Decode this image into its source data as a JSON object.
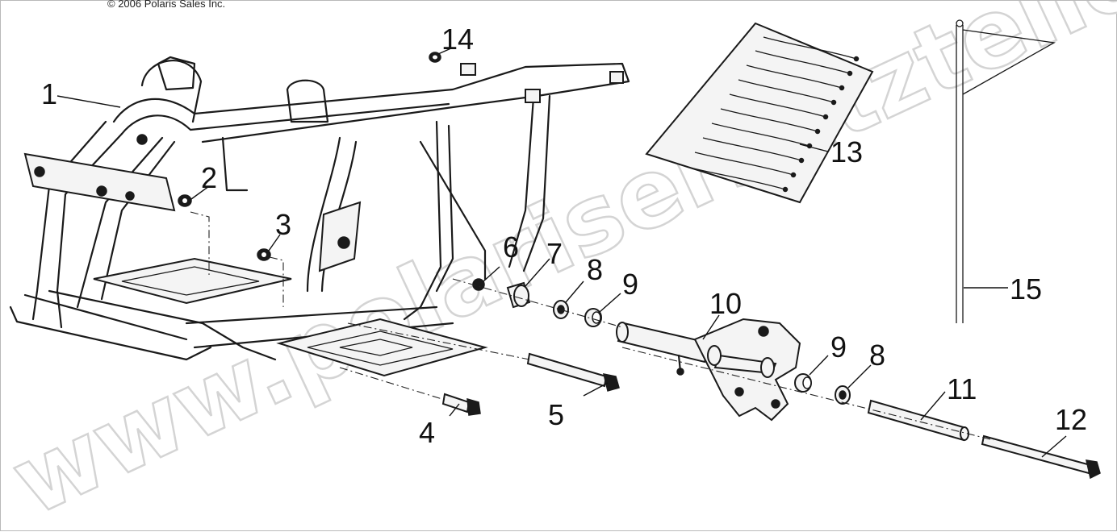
{
  "copyright": "© 2006 Polaris Sales Inc.",
  "watermark": "www.polarisersatzteile.de",
  "callouts": {
    "c1": "1",
    "c2": "2",
    "c3": "3",
    "c4": "4",
    "c5": "5",
    "c6": "6",
    "c7": "7",
    "c8a": "8",
    "c8b": "8",
    "c9a": "9",
    "c9b": "9",
    "c10": "10",
    "c11": "11",
    "c12": "12",
    "c13": "13",
    "c14": "14",
    "c15": "15"
  }
}
